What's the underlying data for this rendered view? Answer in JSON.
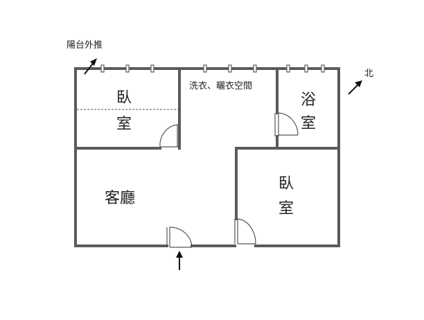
{
  "labels": {
    "balcony": "陽台外推",
    "north": "北",
    "laundry": "洗衣、曬衣空間",
    "bedroom1_line1": "臥",
    "bedroom1_line2": "室",
    "bath_line1": "浴",
    "bath_line2": "室",
    "living": "客廳",
    "bedroom2_line1": "臥",
    "bedroom2_line2": "室"
  }
}
